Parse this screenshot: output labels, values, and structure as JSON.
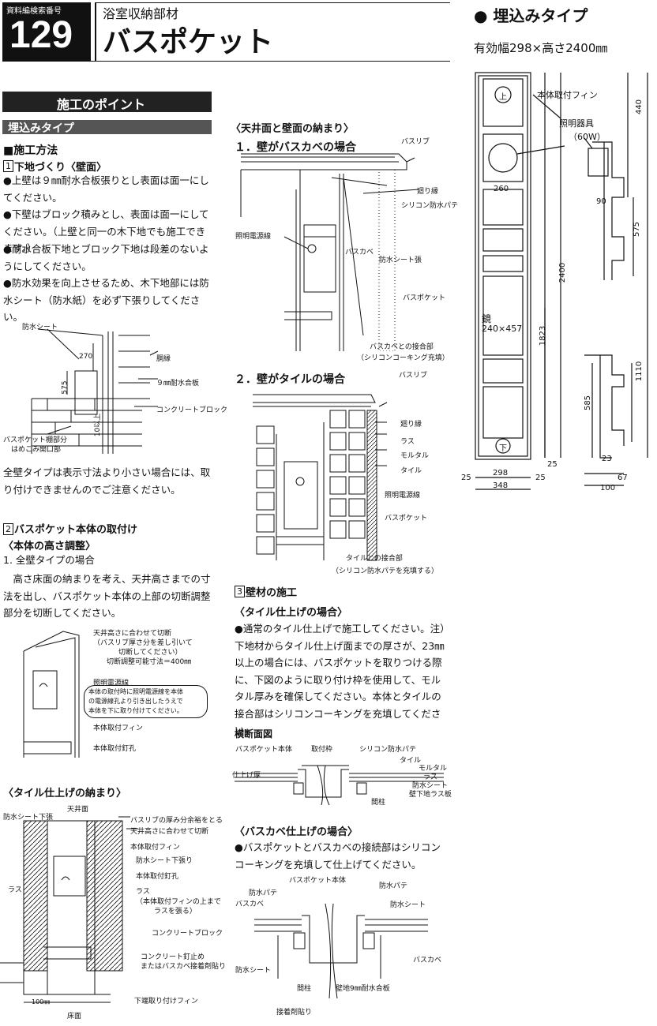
{
  "header": {
    "ref_label": "資料編検索番号",
    "number": "129",
    "category": "浴室収納部材",
    "product": "バスポケット"
  },
  "right": {
    "type_title": "● 埋込みタイプ",
    "spec": "有効幅298×高さ2400㎜",
    "labels": {
      "top": "上",
      "bottom": "下",
      "fin": "本体取付フィン",
      "light": "照明器具",
      "watt": "（60W）",
      "mirror1": "鏡",
      "mirror2": "240×457",
      "d260": "260",
      "d90": "90",
      "d440": "440",
      "d575": "575",
      "d2400": "2400",
      "d1823": "1823",
      "d1110": "1110",
      "d585": "585",
      "d23": "23",
      "d25a": "25",
      "d25b": "25",
      "d25c": "25",
      "d298": "298",
      "d348": "348",
      "d67": "67",
      "d100": "100"
    }
  },
  "left": {
    "section_title": "施工のポイント",
    "type": "埋込みタイプ",
    "method": "■施工方法",
    "step1": "下地づくり〈壁面〉",
    "step1_num": "1",
    "bullets1": [
      "●上壁は９㎜耐水合板張りとし表面は面一にしてください。",
      "●下壁はブロック積みとし、表面は面一にしてください。（上壁と同一の木下地でも施工できます。）",
      "●耐水合板下地とブロック下地は段差のないようにしてください。",
      "●防水効果を向上させるため、木下地部には防水シート（防水紙）を必ず下張りしてください。"
    ],
    "fig1": {
      "sheet": "防水シート",
      "dobuchi": "胴縁",
      "ply": "９㎜耐水合板",
      "block": "コンクリートブロック",
      "d270": "270",
      "d575": "575",
      "d10": "10以上",
      "opening1": "バスポケット棚部分",
      "opening2": "はめこみ開口部"
    },
    "note1": "全壁タイプは表示寸法より小さい場合には、取り付けできませんのでご注意ください。",
    "step2": "バスポケット本体の取付け",
    "step2_num": "2",
    "height_adj": "〈本体の高さ調整〉",
    "sub1": "1. 全壁タイプの場合",
    "sub1_text": "高さ床面の納まりを考え、天井高さまでの寸法を出し、バスポケット本体の上部の切断調整部分を切断してください。",
    "fig2": {
      "c1": "天井高さに合わせて切断",
      "c2": "（バスリブ厚さ分を差し引いて",
      "c3": "切断してください）",
      "c4": "切断調整可能寸法＝400㎜",
      "wire": "照明電源線",
      "w1": "本体の取付時に照明電源線を本体",
      "w2": "の電源線孔より引き出したうえで",
      "w3": "本体を下に取り付けてください。",
      "fin": "本体取付フィン",
      "nail": "本体取付釘孔"
    },
    "tile_title": "〈タイル仕上げの納まり〉",
    "fig3": {
      "sheet": "防水シート下張",
      "ceil": "天井面",
      "a1": "バスリブの厚み分余裕をとる",
      "a2": "天井高さに合わせて切断",
      "a3": "本体取付フィン",
      "a4": "防水シート下張り",
      "a5": "本体取付釘孔",
      "lath": "ラス",
      "a6": "ラス",
      "a7": "（本体取付フィンの上まで",
      "a8": "ラスを張る）",
      "a9": "コンクリートブロック",
      "a10": "コンクリート釘止め",
      "a11": "またはバスカベ接着剤貼り",
      "d100": "100㎜",
      "a12": "下端取り付けフィン",
      "floor": "床面"
    }
  },
  "mid": {
    "ceil_title": "〈天井面と壁面の納まり〉",
    "case1": "１．壁がバスカベの場合",
    "fig4": {
      "rib": "バスリブ",
      "mawari": "廻り縁",
      "silicon": "シリコン防水パテ",
      "wire": "照明電源線",
      "kabe": "バスカベ",
      "sheet": "防水シート張",
      "pocket": "バスポケット",
      "joint": "バスカベとの接合部",
      "joint2": "（シリコンコーキング充填）"
    },
    "case2": "２．壁がタイルの場合",
    "fig5": {
      "rib": "バスリブ",
      "mawari": "廻り縁",
      "lath": "ラス",
      "mortar": "モルタル",
      "tile": "タイル",
      "wire": "照明電源線",
      "pocket": "バスポケット",
      "joint": "タイルとの接合部",
      "joint2": "（シリコン防水パテを充填する）"
    },
    "step3_num": "3",
    "step3": "壁材の施工",
    "tile_case": "〈タイル仕上げの場合〉",
    "tile_text": "●通常のタイル仕上げで施工してください。注）下地材からタイル仕上げ面までの厚さが、23㎜以上の場合には、バスポケットを取りつける際に、下図のように取り付け枠を使用して、モルタル厚みを確保してください。本体とタイルの接合部はシリコンコーキングを充填してください。",
    "cross": "横断面図",
    "fig6": {
      "body": "バスポケット本体",
      "frame": "取付枠",
      "silicon": "シリコン防水パテ",
      "tile": "タイル",
      "mortar": "モルタル",
      "lath": "ラス",
      "thick": "仕上げ厚",
      "sheet": "防水シート",
      "base": "壁下地ラス板",
      "stud": "間柱"
    },
    "kabe_case": "〈バスカベ仕上げの場合〉",
    "kabe_text": "●バスポケットとバスカベの接続部はシリコンコーキングを充填して仕上げてください。",
    "fig7": {
      "body": "バスポケット本体",
      "putty1": "防水パテ",
      "putty2": "防水パテ",
      "kabe1": "バスカベ",
      "sheet1": "防水シート",
      "sheet2": "防水シート",
      "kabe2": "バスカベ",
      "stud": "間柱",
      "ply": "壁地9㎜耐水合板",
      "glue": "接着剤貼り"
    }
  }
}
